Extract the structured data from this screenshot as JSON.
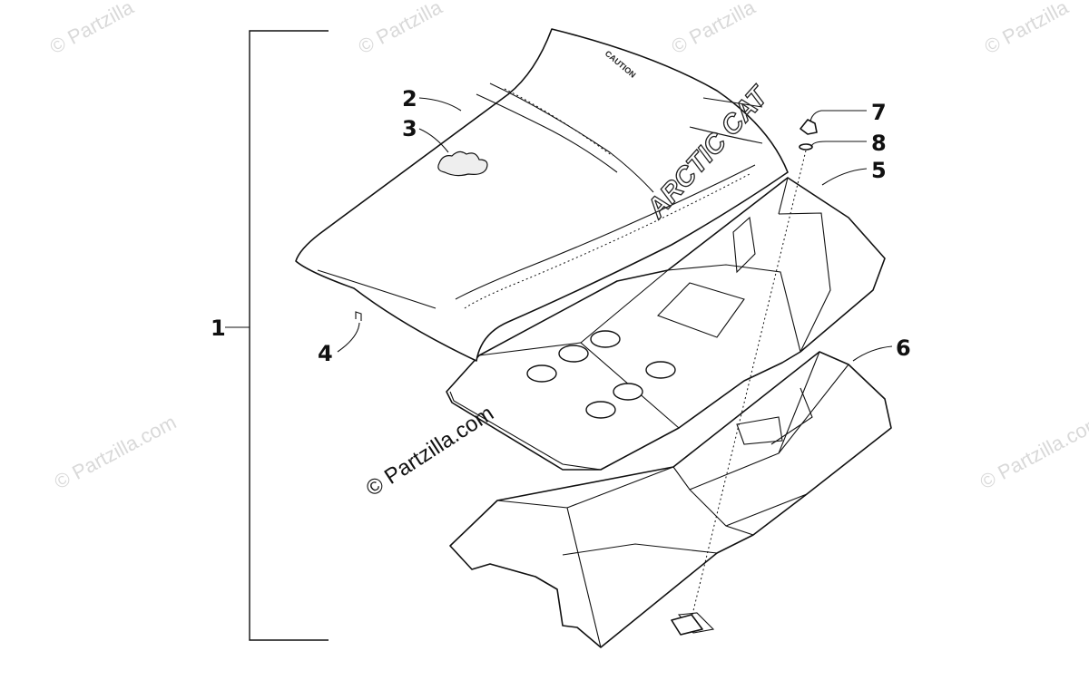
{
  "callouts": [
    {
      "id": "1",
      "label": "1"
    },
    {
      "id": "2",
      "label": "2"
    },
    {
      "id": "3",
      "label": "3"
    },
    {
      "id": "4",
      "label": "4"
    },
    {
      "id": "5",
      "label": "5"
    },
    {
      "id": "6",
      "label": "6"
    },
    {
      "id": "7",
      "label": "7"
    },
    {
      "id": "8",
      "label": "8"
    }
  ],
  "watermark": {
    "text": "© Partzilla.com",
    "faint_text": "© Partzilla.com",
    "faint_text_short": "© Partzilla"
  },
  "decals": {
    "brand": "ARCTIC CAT",
    "caution": "CAUTION"
  }
}
